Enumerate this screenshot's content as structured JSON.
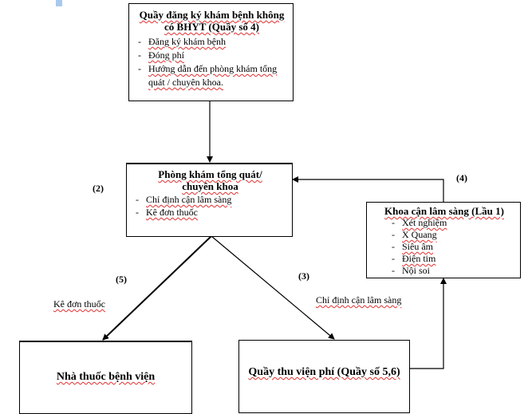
{
  "diagram": {
    "nodes": {
      "registration": {
        "title": "Quầy đăng ký khám bệnh không có BHYT (Quầy số 4)",
        "items": [
          "Đăng ký khám bệnh",
          "Đóng phí",
          "Hướng dẫn đến phòng khám tổng quát / chuyên khoa."
        ]
      },
      "clinic": {
        "title_line1": "Phòng khám tổng quát/",
        "title_line2": "chuyên khoa",
        "items": [
          "Chỉ định cận lâm sàng",
          "Kê đơn thuốc"
        ]
      },
      "paraclinical": {
        "title": "Khoa cận lâm sàng (Lầu 1)",
        "items": [
          "Xét nghiệm",
          "X Quang",
          "Siêu âm",
          "Điện tim",
          "Nội soi"
        ]
      },
      "pharmacy": {
        "title": "Nhà thuốc bệnh viện"
      },
      "cashier": {
        "title": "Quầy thu viện phí (Quầy số 5,6)"
      }
    },
    "step_labels": {
      "step2": "(2)",
      "step3": "(3)",
      "step4": "(4)",
      "step5": "(5)"
    },
    "edge_labels": {
      "to_pharmacy": "Kê đơn thuốc",
      "to_cashier": "Chỉ định cận lâm sàng"
    },
    "edges": [
      {
        "from": "registration",
        "to": "clinic"
      },
      {
        "from": "clinic",
        "to": "pharmacy",
        "label": "Kê đơn thuốc",
        "step": "(5)"
      },
      {
        "from": "clinic",
        "to": "cashier",
        "label": "Chỉ định cận lâm sàng",
        "step": "(3)"
      },
      {
        "from": "cashier",
        "to": "paraclinical"
      },
      {
        "from": "paraclinical",
        "to": "clinic",
        "step": "(4)"
      }
    ],
    "dash": "-"
  }
}
